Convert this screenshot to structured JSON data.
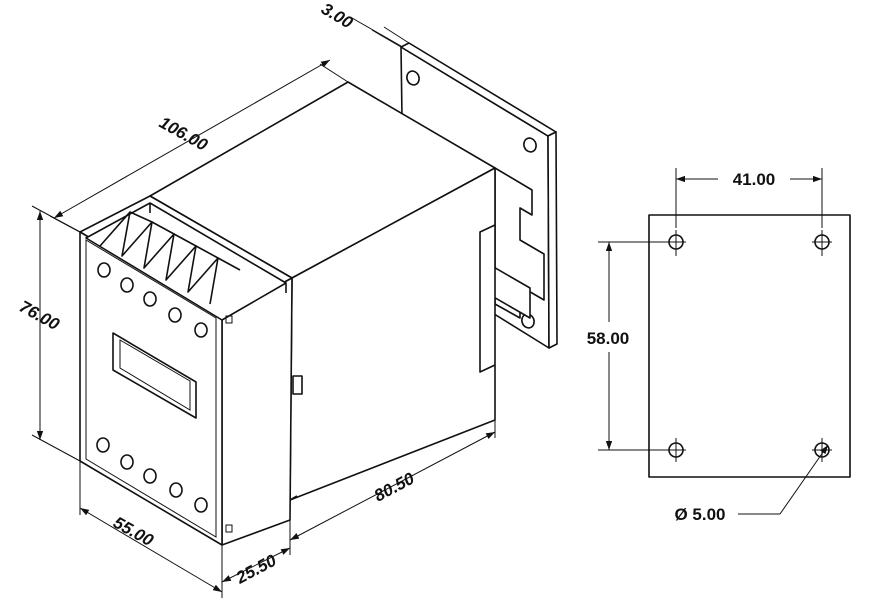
{
  "dimensions": {
    "length": "106.00",
    "plate_thickness": "3.00",
    "height": "76.00",
    "width": "55.00",
    "rail_offset": "25.50",
    "depth": "80.50",
    "hole_spacing_x": "41.00",
    "hole_spacing_y": "58.00",
    "hole_diameter": "Ø 5.00"
  }
}
